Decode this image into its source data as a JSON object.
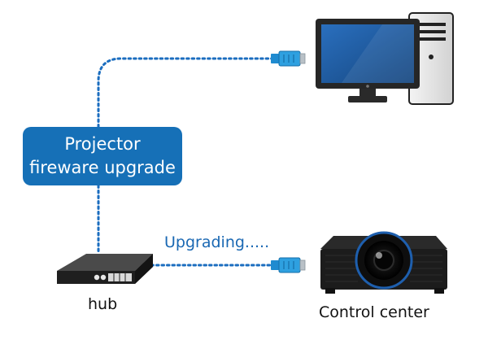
{
  "box": {
    "line1": "Projector",
    "line2": "fireware upgrade"
  },
  "status_text": "Upgrading.....",
  "hub_label": "hub",
  "projector_label": "Control center",
  "colors": {
    "accent": "#1670b7",
    "cable": "#1b6dbf",
    "plug": "#2ea0e0",
    "device_dark": "#1c1c1c",
    "screen_blue": "#1f5fa8"
  },
  "icons": [
    "desktop-monitor-icon",
    "pc-tower-icon",
    "network-hub-icon",
    "projector-icon",
    "ethernet-plug-icon"
  ]
}
